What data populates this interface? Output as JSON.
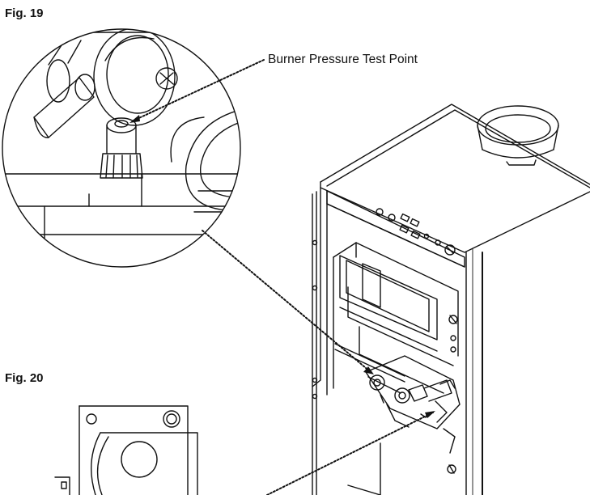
{
  "figures": {
    "fig19_label": "Fig. 19",
    "fig20_label": "Fig. 20"
  },
  "callouts": {
    "burner_pressure_test_point": "Burner Pressure Test Point"
  },
  "colors": {
    "line": "#111111",
    "background": "#ffffff"
  }
}
